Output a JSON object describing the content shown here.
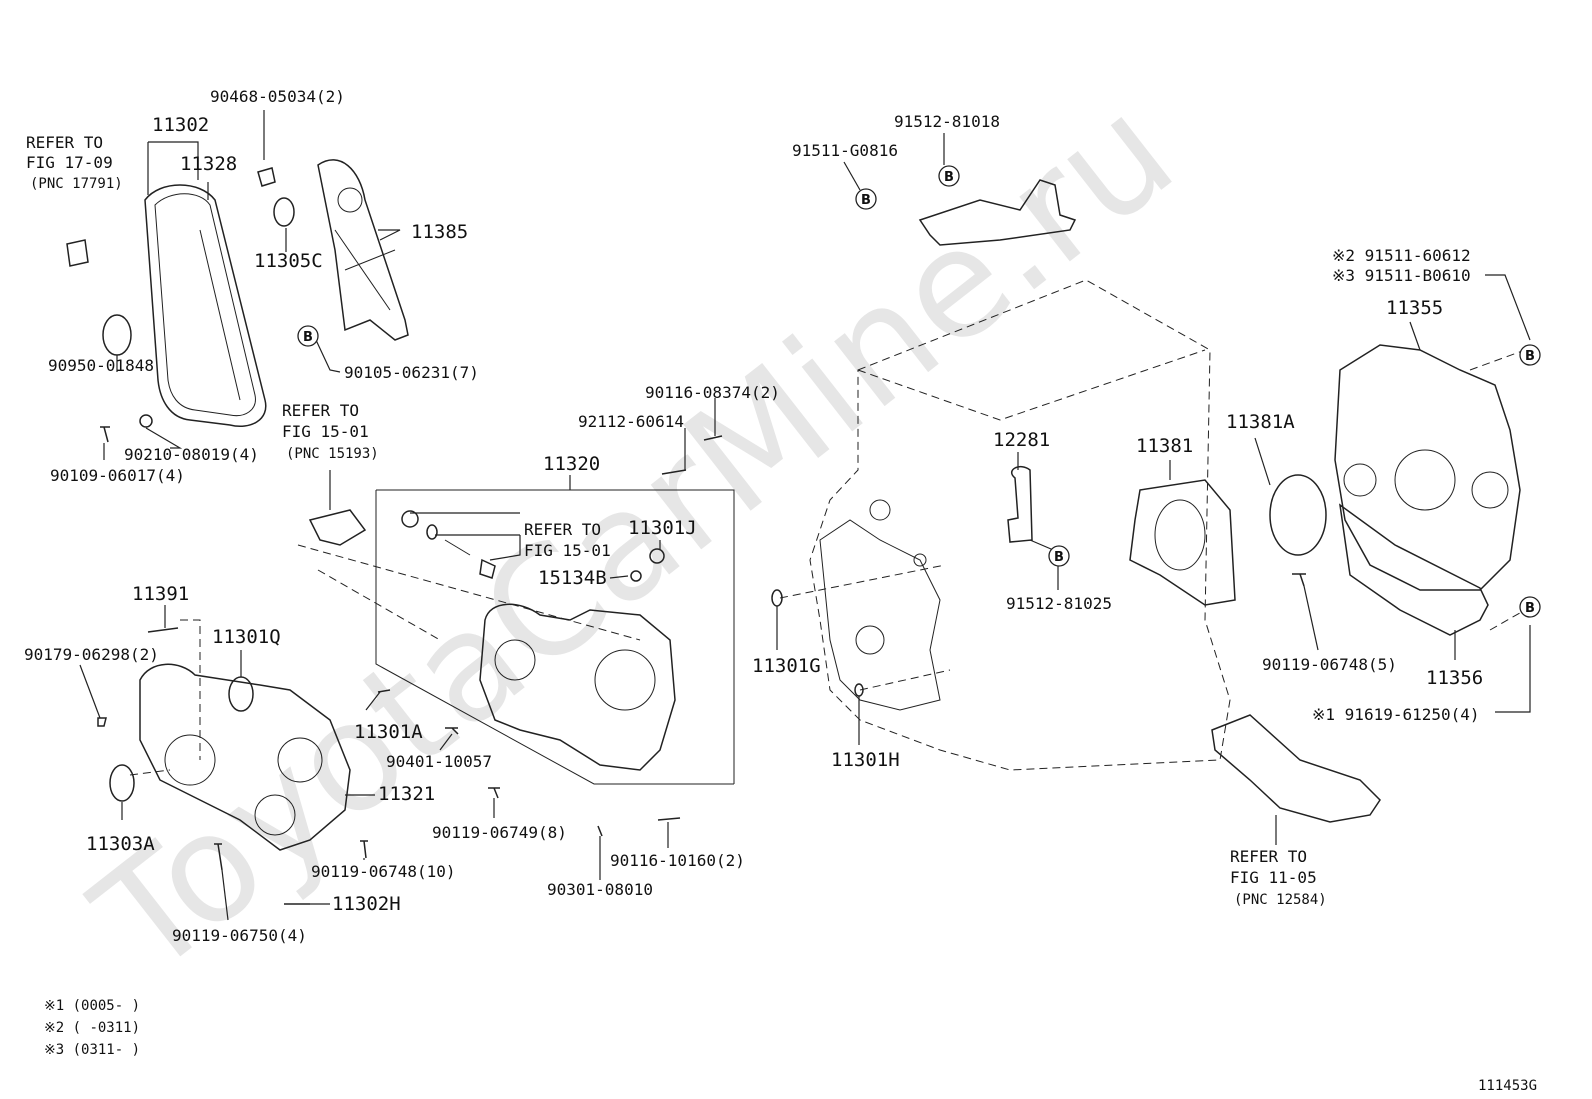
{
  "watermark": "ToyotaCarMine.ru",
  "figure_id": "111453G",
  "b_marker": "B",
  "labels": {
    "p90468": "90468-05034(2)",
    "p11302": "11302",
    "p11328": "11328",
    "refer1790": [
      "REFER TO",
      "FIG 17-09",
      "(PNC 17791)"
    ],
    "p11385": "11385",
    "p11305C": "11305C",
    "p90950": "90950-01848",
    "p90105": "90105-06231(7)",
    "p90210": "90210-08019(4)",
    "p90109": "90109-06017(4)",
    "refer1501a": [
      "REFER TO",
      "FIG 15-01",
      "(PNC 15193)"
    ],
    "p90116a": "90116-08374(2)",
    "p92112": "92112-60614",
    "p11320": "11320",
    "refer1501b": [
      "REFER TO",
      "FIG 15-01"
    ],
    "p11301J": "11301J",
    "p15134B": "15134B",
    "p11391": "11391",
    "p90179": "90179-06298(2)",
    "p11301Q": "11301Q",
    "p11301A": "11301A",
    "p90401": "90401-10057",
    "p11303A": "11303A",
    "p11321": "11321",
    "p90119_8": "90119-06749(8)",
    "p90119_10": "90119-06748(10)",
    "p11302H": "11302H",
    "p90116b": "90116-10160(2)",
    "p90301": "90301-08010",
    "p90119_4": "90119-06750(4)",
    "p91512a": "91512-81018",
    "p91511g": "91511-G0816",
    "p12281": "12281",
    "p91512b": "91512-81025",
    "p11381": "11381",
    "p11381A": "11381A",
    "p11301G": "11301G",
    "p11301H": "11301H",
    "p91511_2": "※2 91511-60612",
    "p91511_3": "※3 91511-B0610",
    "p11355": "11355",
    "p90119_5": "90119-06748(5)",
    "p11356": "11356",
    "p91619": "※1 91619-61250(4)",
    "refer1105": [
      "REFER TO",
      "FIG 11-05",
      "(PNC 12584)"
    ]
  },
  "footnotes": [
    "※1 (0005-      )",
    "※2 (      -0311)",
    "※3 (0311-      )"
  ]
}
